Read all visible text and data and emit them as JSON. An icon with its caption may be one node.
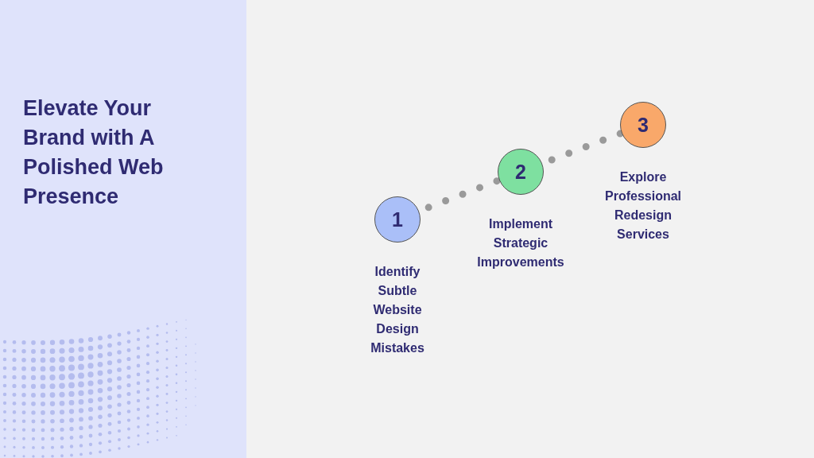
{
  "diagram": {
    "title": "Elevate Your Brand with A Polished Web Presence",
    "nodes": [
      {
        "text": [
          "1"
        ],
        "beside": [
          "Identify Subtle Website Design Mistakes"
        ]
      },
      {
        "text": [
          "2"
        ],
        "beside": [
          "Implement Strategic Improvements"
        ]
      },
      {
        "text": [
          "3"
        ],
        "beside": [
          "Explore Professional Redesign Services"
        ]
      }
    ],
    "edges": [
      {
        "from": 0,
        "to": 1,
        "arrow": "none",
        "style": "dashed"
      },
      {
        "from": 1,
        "to": 2,
        "arrow": "none",
        "style": "dashed"
      }
    ]
  }
}
